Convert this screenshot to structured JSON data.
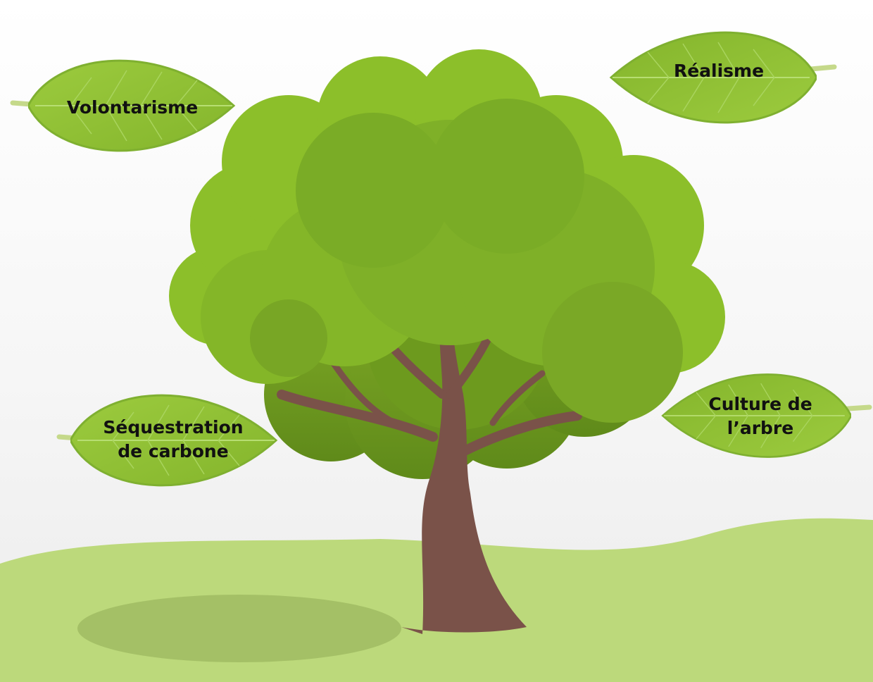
{
  "leaves": {
    "volontarisme": "Volontarisme",
    "realisme": "Réalisme",
    "sequestration_line1": "Séquestration",
    "sequestration_line2": "de carbone",
    "culture_line1": "Culture de",
    "culture_line2": "l’arbre"
  },
  "colors": {
    "leaf": "#8fc23a",
    "canopy": "#8cbf2a",
    "trunk": "#7a5249",
    "ground": "#bcd97b",
    "shadow": "#a4c066"
  }
}
